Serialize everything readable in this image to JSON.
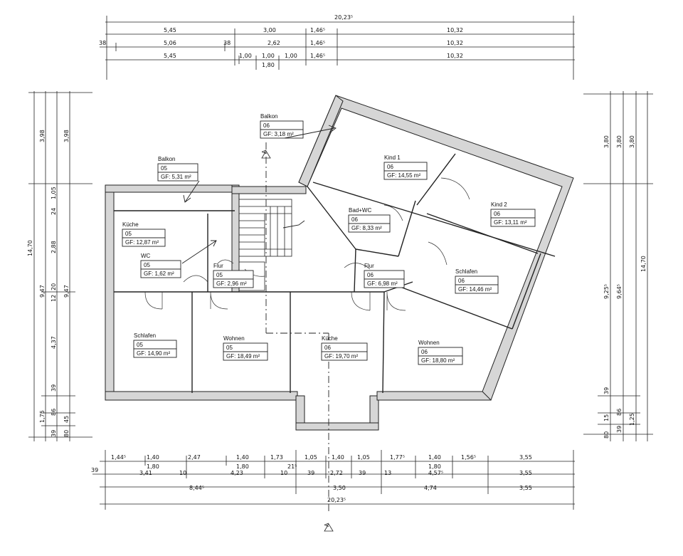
{
  "dimensions": {
    "top_total": "20,23⁵",
    "top_row1": [
      "5,45",
      "3,00",
      "1,46⁵",
      "10,32"
    ],
    "top_row2": [
      "38",
      "5,06",
      "38",
      "2,62",
      "1,46⁵",
      "10,32"
    ],
    "top_row3": [
      "5,45",
      "1,00",
      "1,00",
      "1,00",
      "1,46⁵",
      "10,32"
    ],
    "top_row3_sub": "1,80",
    "left_outer": [
      "3,98",
      "14,70",
      "9,47",
      "1,75",
      "39"
    ],
    "left_mid": [
      "3,98",
      "1,05",
      "24",
      "2,88",
      "20",
      "12",
      "4,37",
      "39",
      "86",
      "39"
    ],
    "left_inner": [
      "3,98",
      "9,47",
      "45",
      "80"
    ],
    "right_outer": [
      "3,80",
      "14,70",
      "1,25"
    ],
    "right_mid": [
      "3,80",
      "9,64⁵",
      "86",
      "39"
    ],
    "right_inner": [
      "3,80",
      "9,25⁵",
      "39",
      "15",
      "80"
    ],
    "bottom_row1": [
      "1,44⁵",
      "1,40",
      "2,47",
      "1,40",
      "1,73",
      "1,05",
      "1,40",
      "1,05",
      "1,77⁵",
      "1,40",
      "1,56⁵",
      "3,55"
    ],
    "bottom_row1_sub": [
      "1,80",
      "1,80",
      "1,80"
    ],
    "bottom_row2": [
      "39",
      "3,41",
      "10",
      "4,23",
      "10",
      "39",
      "2,72",
      "39",
      "13",
      "4,57⁵",
      "3,55"
    ],
    "bottom_row2_small": "21⁵",
    "bottom_row3": [
      "8,44⁵",
      "3,50",
      "4,74",
      "3,55"
    ],
    "bottom_total": "20,23⁵"
  },
  "section_marks": [
    "A",
    "A"
  ],
  "rooms": [
    {
      "name": "Balkon",
      "unit": "06",
      "area": "GF: 3,18 m²"
    },
    {
      "name": "Balkon",
      "unit": "05",
      "area": "GF: 5,31 m²"
    },
    {
      "name": "Kind 1",
      "unit": "06",
      "area": "GF: 14,55 m²"
    },
    {
      "name": "Kind 2",
      "unit": "06",
      "area": "GF: 13,11 m²"
    },
    {
      "name": "Bad+WC",
      "unit": "06",
      "area": "GF: 8,33 m²"
    },
    {
      "name": "Küche",
      "unit": "05",
      "area": "GF: 12,87 m²"
    },
    {
      "name": "WC",
      "unit": "05",
      "area": "GF: 1,62 m²"
    },
    {
      "name": "Flur",
      "unit": "05",
      "area": "GF: 2,96 m²"
    },
    {
      "name": "Flur",
      "unit": "06",
      "area": "GF: 6,98 m²"
    },
    {
      "name": "Schlafen",
      "unit": "06",
      "area": "GF: 14,46 m²"
    },
    {
      "name": "Schlafen",
      "unit": "05",
      "area": "GF: 14,90 m²"
    },
    {
      "name": "Wohnen",
      "unit": "05",
      "area": "GF: 18,49 m²"
    },
    {
      "name": "Küche",
      "unit": "06",
      "area": "GF: 19,70 m²"
    },
    {
      "name": "Wohnen",
      "unit": "06",
      "area": "GF: 18,80 m²"
    }
  ]
}
